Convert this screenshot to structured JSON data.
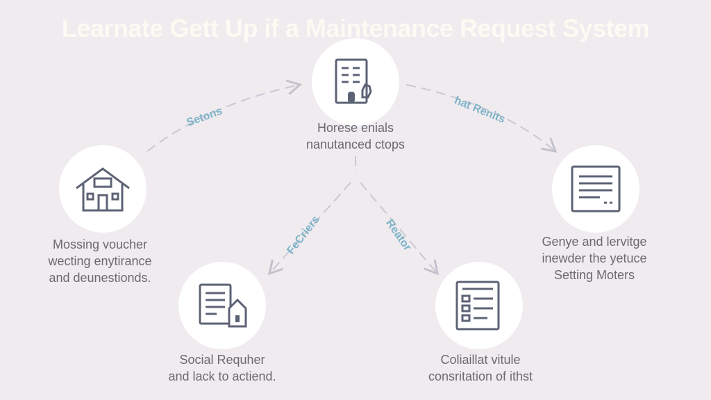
{
  "title": "Learnate Gett Up if a Maintenance Request System",
  "colors": {
    "background": "#efebef",
    "icon": "#5d6375",
    "edge_label": "#7fb3c8",
    "edge": "#c8c6d0"
  },
  "nodes": {
    "center": {
      "icon": "building-document-icon",
      "lines": [
        "Horese enials",
        "nanutanced ctops"
      ]
    },
    "left": {
      "icon": "house-icon",
      "lines": [
        "Mossing voucher",
        "wecting enytirance",
        "and deunestionds."
      ]
    },
    "right": {
      "icon": "document-lines-icon",
      "lines": [
        "Genye and lervitge",
        "inewder the yetuce",
        "Setting Moters"
      ]
    },
    "bottom_left": {
      "icon": "document-house-icon",
      "lines": [
        "Social Requher",
        "and lack to actiend."
      ]
    },
    "bottom_right": {
      "icon": "checklist-icon",
      "lines": [
        "Coliaillat vitule",
        "consritation of ithst"
      ]
    }
  },
  "edges": {
    "left_to_center": "Setons",
    "center_to_right": "hat Renits",
    "center_to_bottom_left": "FeCriers",
    "center_to_bottom_right": "Reator"
  }
}
